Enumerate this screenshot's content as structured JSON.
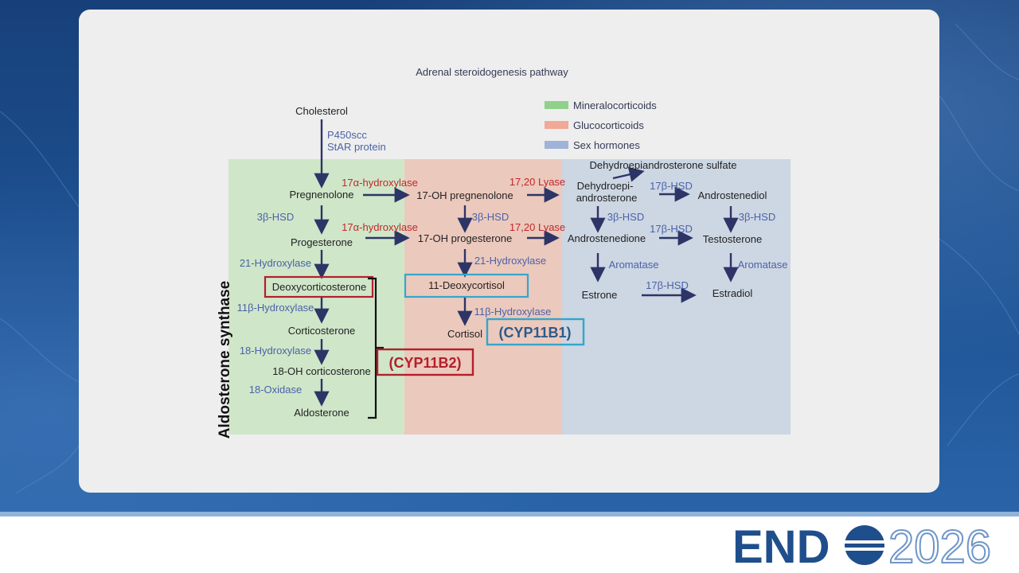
{
  "title": "Adrenal steroidogenesis pathway",
  "legend": [
    {
      "label": "Mineralocorticoids",
      "color": "#8fd18a"
    },
    {
      "label": "Glucocorticoids",
      "color": "#f0a996"
    },
    {
      "label": "Sex hormones",
      "color": "#9fb3d8"
    }
  ],
  "nodes": {
    "cholesterol": "Cholesterol",
    "pregnenolone": "Pregnenolone",
    "progesterone": "Progesterone",
    "deoxycorticosterone": "Deoxycorticosterone",
    "corticosterone": "Corticosterone",
    "oh_corticosterone": "18-OH corticosterone",
    "aldosterone": "Aldosterone",
    "oh_pregnenolone": "17-OH pregnenolone",
    "oh_progesterone": "17-OH progesterone",
    "deoxycortisol": "11-Deoxycortisol",
    "cortisol": "Cortisol",
    "dheas": "Dehydroepiandrosterone sulfate",
    "dhea_line1": "Dehydroepi-",
    "dhea_line2": "androsterone",
    "androstenediol": "Androstenediol",
    "androstenedione": "Androstenedione",
    "testosterone": "Testosterone",
    "estrone": "Estrone",
    "estradiol": "Estradiol"
  },
  "enzymes": {
    "p450scc": "P450scc",
    "star": "StAR protein",
    "hsd3b": "3β-HSD",
    "hydroxylase21": "21-Hydroxylase",
    "hydroxylase11b": "11β-Hydroxylase",
    "hydroxylase18": "18-Hydroxylase",
    "oxidase18": "18-Oxidase",
    "hydroxylase17a": "17α-hydroxylase",
    "lyase1720": "17,20 Lyase",
    "hsd17b": "17β-HSD",
    "aromatase": "Aromatase"
  },
  "highlights": {
    "cyp11b2": "(CYP11B2)",
    "cyp11b1": "(CYP11B1)",
    "aldosterone_synthase": "Aldosterone synthase"
  },
  "logo": {
    "text_bold": "END",
    "text_year": "2026",
    "primary_color": "#1f4e8c",
    "secondary_color": "#6e95c8"
  },
  "colors": {
    "red_box": "#b3202a",
    "blue_box": "#33a6cc",
    "enzyme_blue": "#4a63a8",
    "enzyme_red": "#c0282b",
    "arrow": "#2d3466"
  }
}
